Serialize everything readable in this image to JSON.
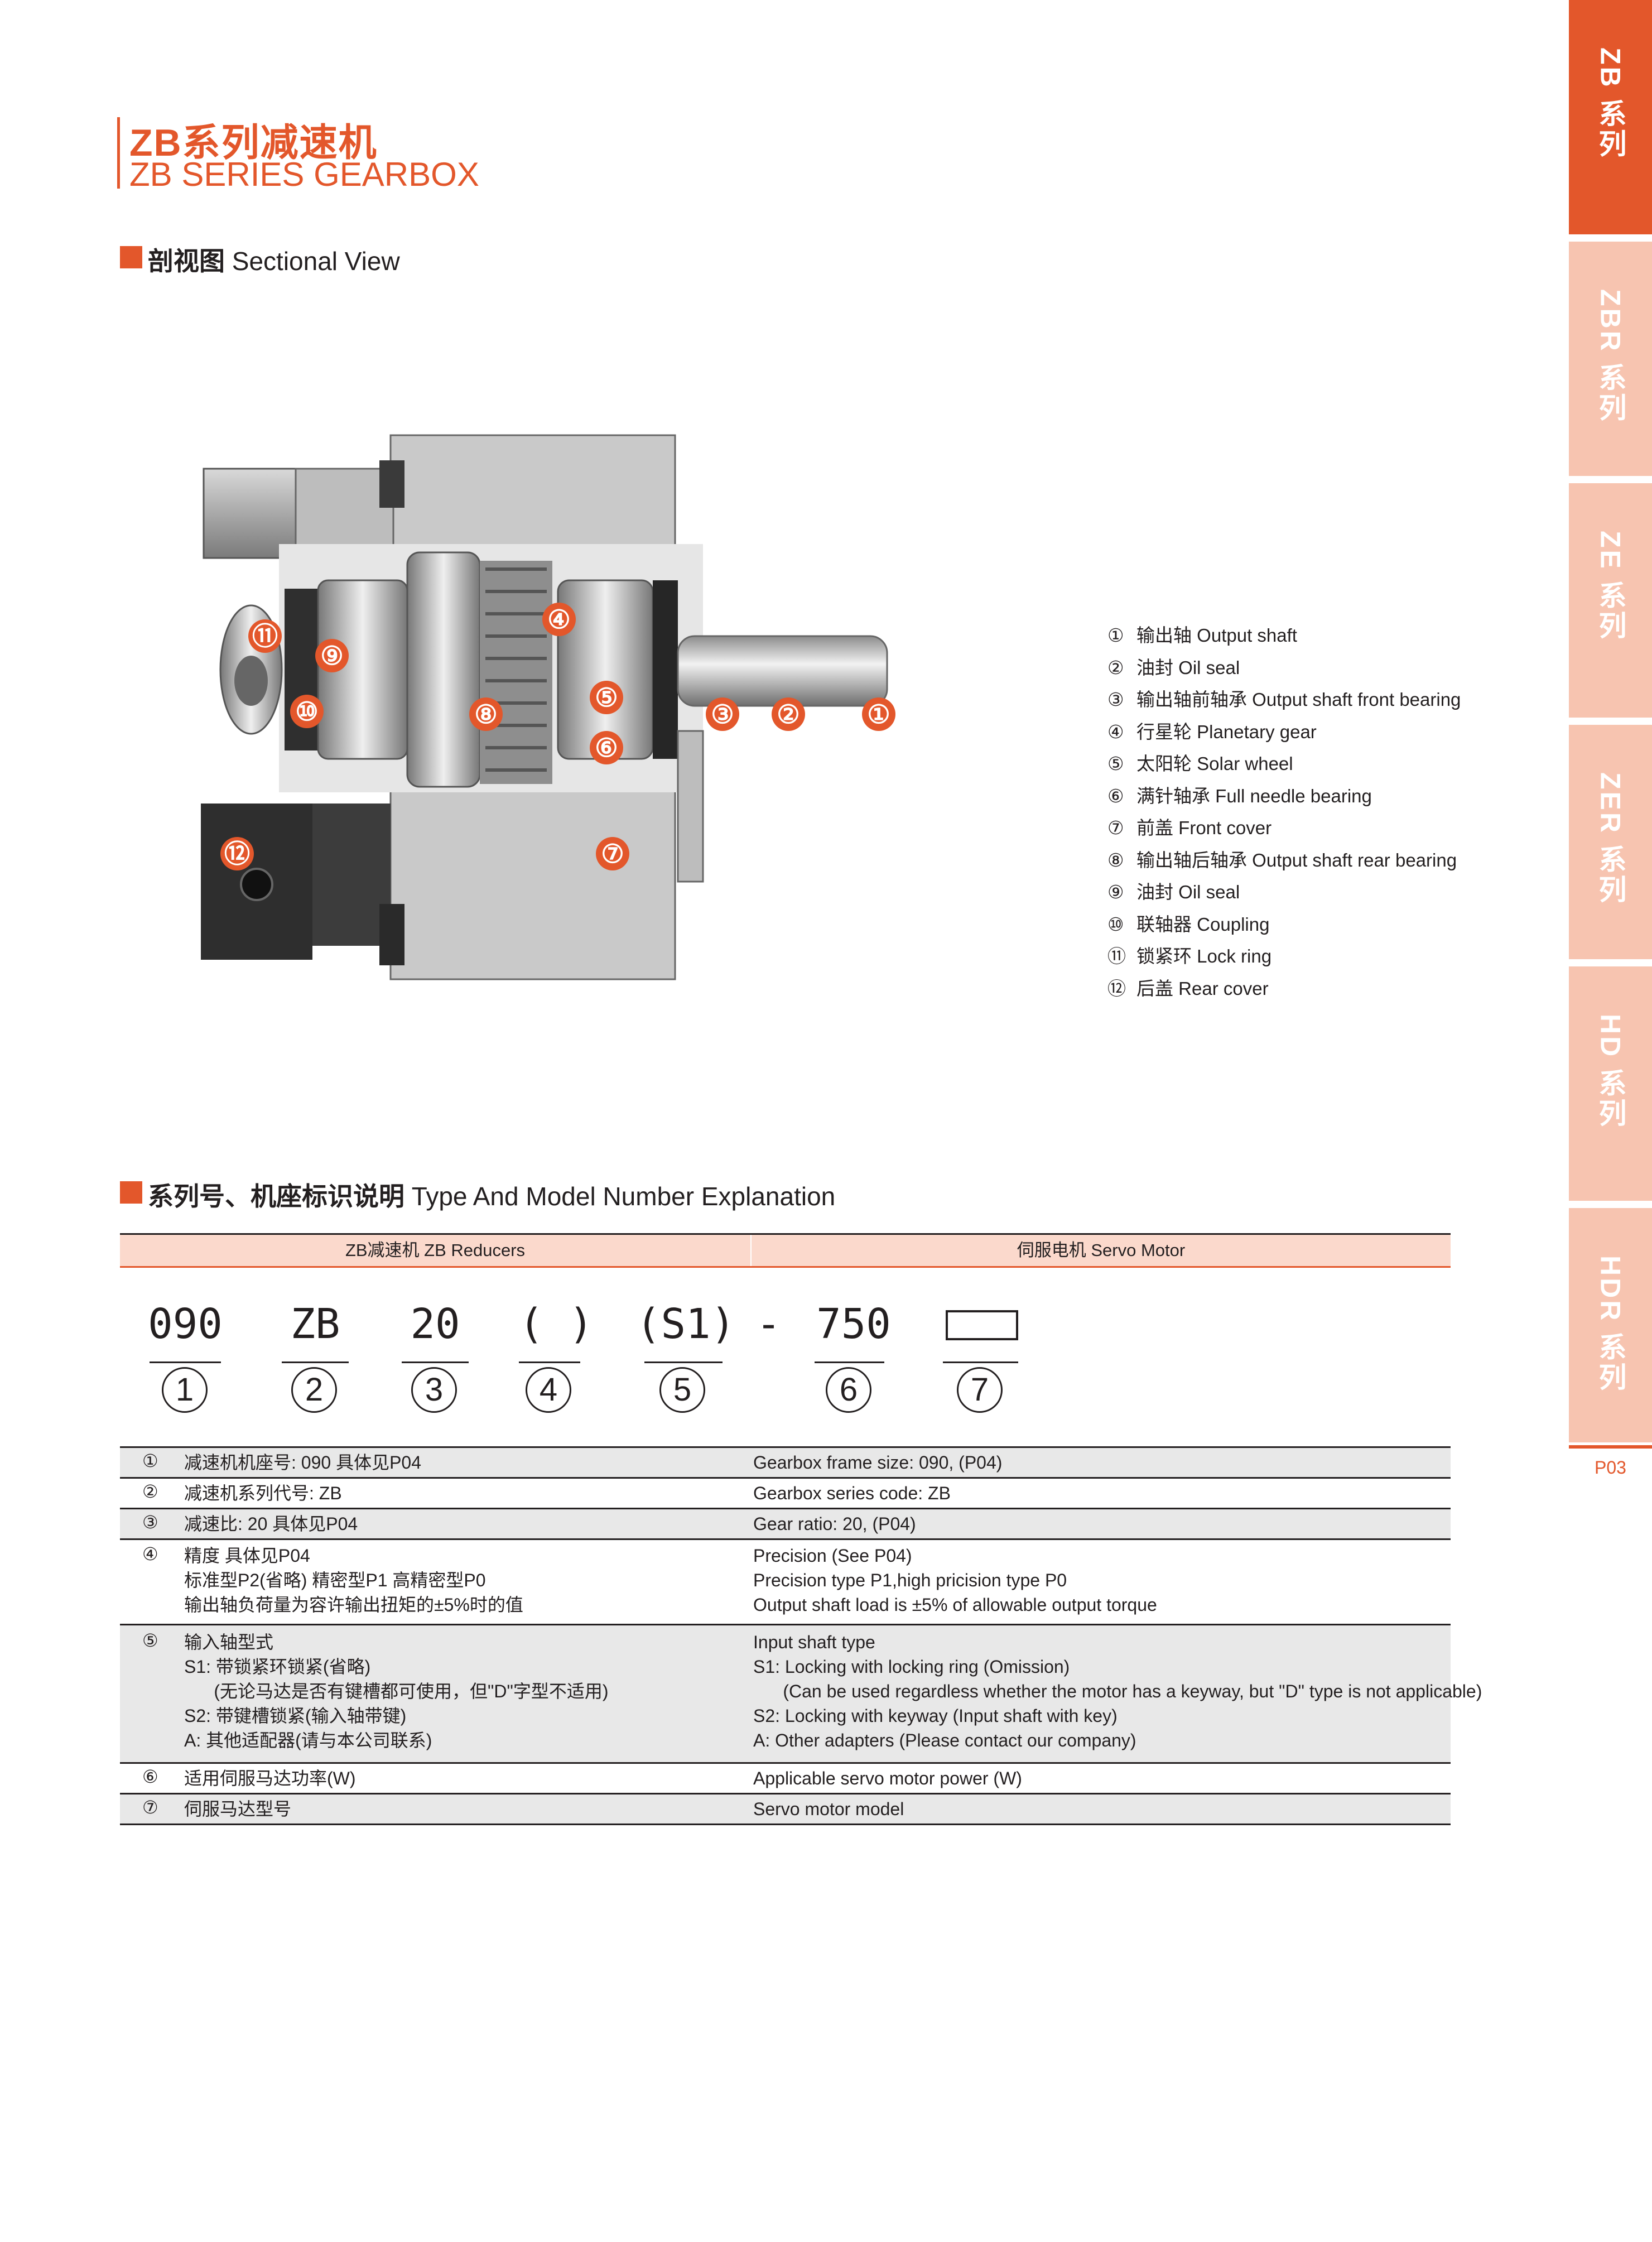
{
  "title": {
    "cn": "ZB系列减速机",
    "en": "ZB SERIES GEARBOX"
  },
  "sectional": {
    "heading_cn": "剖视图",
    "heading_en": "Sectional View",
    "parts": [
      {
        "num": "①",
        "cn": "输出轴",
        "en": "Output shaft"
      },
      {
        "num": "②",
        "cn": "油封",
        "en": "Oil seal"
      },
      {
        "num": "③",
        "cn": "输出轴前轴承",
        "en": "Output shaft front bearing"
      },
      {
        "num": "④",
        "cn": "行星轮",
        "en": "Planetary gear"
      },
      {
        "num": "⑤",
        "cn": "太阳轮",
        "en": "Solar wheel"
      },
      {
        "num": "⑥",
        "cn": "满针轴承",
        "en": "Full needle bearing"
      },
      {
        "num": "⑦",
        "cn": "前盖",
        "en": "Front cover"
      },
      {
        "num": "⑧",
        "cn": "输出轴后轴承",
        "en": "Output shaft rear bearing"
      },
      {
        "num": "⑨",
        "cn": "油封",
        "en": "Oil seal"
      },
      {
        "num": "⑩",
        "cn": "联轴器",
        "en": "Coupling"
      },
      {
        "num": "⑪",
        "cn": "锁紧环",
        "en": "Lock ring"
      },
      {
        "num": "⑫",
        "cn": "后盖",
        "en": "Rear cover"
      }
    ],
    "callouts": [
      "①",
      "②",
      "③",
      "④",
      "⑤",
      "⑥",
      "⑦",
      "⑧",
      "⑨",
      "⑩",
      "⑪",
      "⑫"
    ]
  },
  "model": {
    "heading_cn": "系列号、机座标识说明",
    "heading_en": "Type And Model Number Explanation",
    "header_left": "ZB减速机 ZB Reducers",
    "header_right": "伺服电机 Servo Motor",
    "codes": [
      "090",
      "ZB",
      "20",
      "( )",
      "(S1)",
      "-",
      "750"
    ],
    "circles": [
      "1",
      "2",
      "3",
      "4",
      "5",
      "6",
      "7"
    ]
  },
  "explanation": [
    {
      "num": "①",
      "cn": [
        "减速机机座号: 090  具体见P04"
      ],
      "en": [
        "Gearbox frame size: 090, (P04)"
      ]
    },
    {
      "num": "②",
      "cn": [
        "减速机系列代号: ZB"
      ],
      "en": [
        "Gearbox series code: ZB"
      ]
    },
    {
      "num": "③",
      "cn": [
        "减速比: 20  具体见P04"
      ],
      "en": [
        "Gear ratio: 20, (P04)"
      ]
    },
    {
      "num": "④",
      "cn": [
        "精度  具体见P04",
        "标准型P2(省略)  精密型P1  高精密型P0",
        "输出轴负荷量为容许输出扭矩的±5%时的值"
      ],
      "en": [
        "Precision (See P04)",
        "Precision type P1,high pricision type P0",
        "Output shaft load is ±5% of allowable output torque"
      ]
    },
    {
      "num": "⑤",
      "cn": [
        "输入轴型式",
        "S1: 带锁紧环锁紧(省略)",
        "      (无论马达是否有键槽都可使用，但\"D\"字型不适用)",
        "S2: 带键槽锁紧(输入轴带键)",
        "A: 其他适配器(请与本公司联系)"
      ],
      "en": [
        "Input shaft type",
        "S1: Locking with locking ring (Omission)",
        "      (Can be used regardless whether the motor has a keyway, but \"D\" type is not applicable)",
        "S2: Locking with keyway (Input shaft with key)",
        "A: Other adapters (Please contact our company)"
      ]
    },
    {
      "num": "⑥",
      "cn": [
        "适用伺服马达功率(W)"
      ],
      "en": [
        "Applicable servo motor power (W)"
      ]
    },
    {
      "num": "⑦",
      "cn": [
        "伺服马达型号"
      ],
      "en": [
        "Servo motor model"
      ]
    }
  ],
  "tabs": [
    {
      "label": "ZB 系列",
      "color": "#e3572b"
    },
    {
      "label": "ZBR 系列",
      "color": "#f7c4b0"
    },
    {
      "label": "ZE 系列",
      "color": "#f7c4b0"
    },
    {
      "label": "ZER 系列",
      "color": "#f7c4b0"
    },
    {
      "label": "HD 系列",
      "color": "#f7c4b0"
    },
    {
      "label": "HDR 系列",
      "color": "#f7c4b0"
    }
  ],
  "page": "P03"
}
